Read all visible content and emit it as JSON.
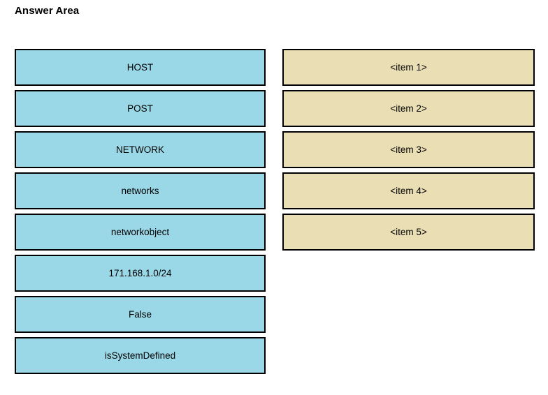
{
  "page": {
    "title": "Answer Area",
    "background_color": "#ffffff"
  },
  "colors": {
    "source_box_fill": "#9BD8E7",
    "target_box_fill": "#EADFB4",
    "box_border": "#000000",
    "text": "#000000"
  },
  "source_column": {
    "name": "draggable-options",
    "items": [
      {
        "label": "HOST"
      },
      {
        "label": "POST"
      },
      {
        "label": "NETWORK"
      },
      {
        "label": "networks"
      },
      {
        "label": "networkobject"
      },
      {
        "label": "171.168.1.0/24"
      },
      {
        "label": "False"
      },
      {
        "label": "isSystemDefined"
      }
    ]
  },
  "target_column": {
    "name": "drop-targets",
    "items": [
      {
        "label": "<item 1>"
      },
      {
        "label": "<item 2>"
      },
      {
        "label": "<item 3>"
      },
      {
        "label": "<item 4>"
      },
      {
        "label": "<item 5>"
      }
    ]
  }
}
